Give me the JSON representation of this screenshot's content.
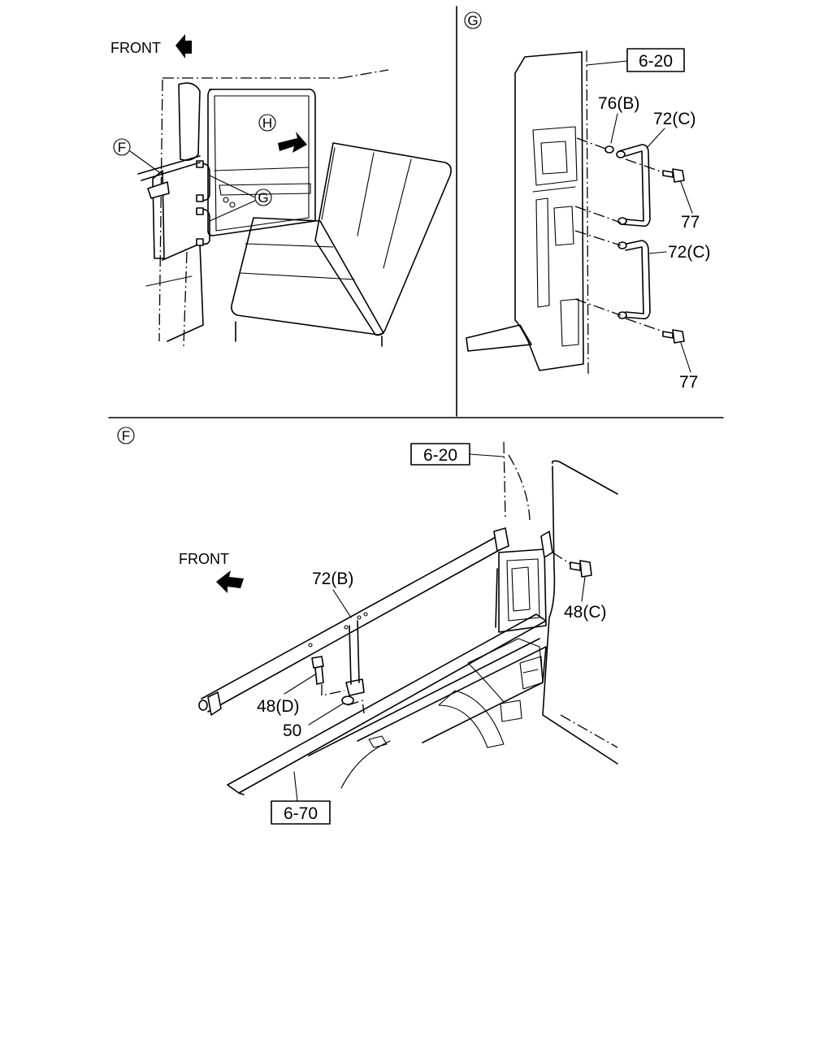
{
  "panels": {
    "overview": {
      "front_label": "FRONT",
      "callout_f": "F",
      "callout_g": "G",
      "callout_h": "H"
    },
    "detail_g": {
      "title": "G",
      "ref_box": "6-20",
      "parts": {
        "p76b": "76(B)",
        "p72c_top": "72(C)",
        "p72c_bottom": "72(C)",
        "p77_top": "77",
        "p77_bottom": "77"
      }
    },
    "detail_f": {
      "title": "F",
      "front_label": "FRONT",
      "ref_box_top": "6-20",
      "ref_box_bottom": "6-70",
      "parts": {
        "p72b": "72(B)",
        "p48c": "48(C)",
        "p48d": "48(D)",
        "p50": "50"
      }
    }
  },
  "colors": {
    "line": "#000000",
    "background": "#ffffff"
  }
}
